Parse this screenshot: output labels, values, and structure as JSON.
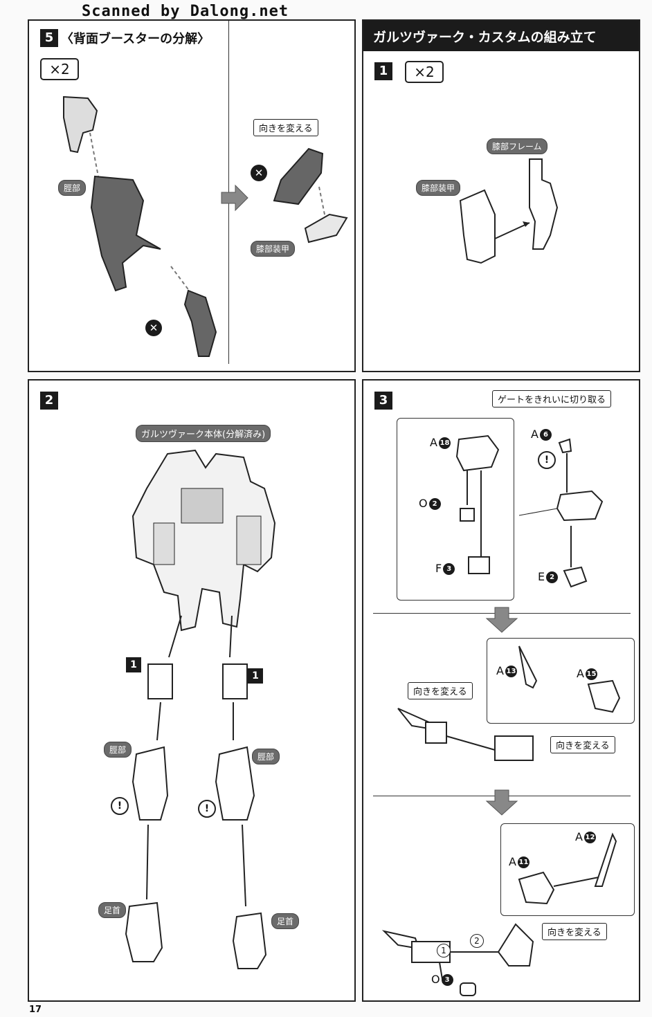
{
  "watermark": "Scanned by Dalong.net",
  "page_number": "17",
  "step5": {
    "number": "5",
    "title": "〈背面ブースターの分解〉",
    "count": "×2",
    "label_shin": "脛部",
    "callout_change_dir": "向きを変える",
    "label_knee_armor": "膝部装甲"
  },
  "section_header": "ガルツヴァーク・カスタムの組み立て",
  "step1": {
    "number": "1",
    "count": "×2",
    "label_knee_frame": "膝部フレーム",
    "label_knee_armor": "膝部装甲"
  },
  "step2": {
    "number": "2",
    "title_pill": "ガルツヴァーク本体(分解済み)",
    "ref1_left": "1",
    "ref1_right": "1",
    "label_shin_left": "脛部",
    "label_shin_right": "脛部",
    "label_ankle_left": "足首",
    "label_ankle_right": "足首"
  },
  "step3": {
    "number": "3",
    "callout_gate": "ゲートをきれいに切り取る",
    "part_a18": {
      "runner": "A",
      "num": "18"
    },
    "part_a6": {
      "runner": "A",
      "num": "6"
    },
    "part_o2": {
      "runner": "O",
      "num": "2"
    },
    "part_f3": {
      "runner": "F",
      "num": "3"
    },
    "part_e2": {
      "runner": "E",
      "num": "2"
    },
    "part_a13": {
      "runner": "A",
      "num": "13"
    },
    "part_a15": {
      "runner": "A",
      "num": "15"
    },
    "callout_change_dir_1": "向きを変える",
    "callout_change_dir_2": "向きを変える",
    "part_a12": {
      "runner": "A",
      "num": "12"
    },
    "part_a11": {
      "runner": "A",
      "num": "11"
    },
    "part_o3": {
      "runner": "O",
      "num": "3"
    },
    "callout_change_dir_3": "向きを変える",
    "seq1": "1",
    "seq2": "2"
  }
}
